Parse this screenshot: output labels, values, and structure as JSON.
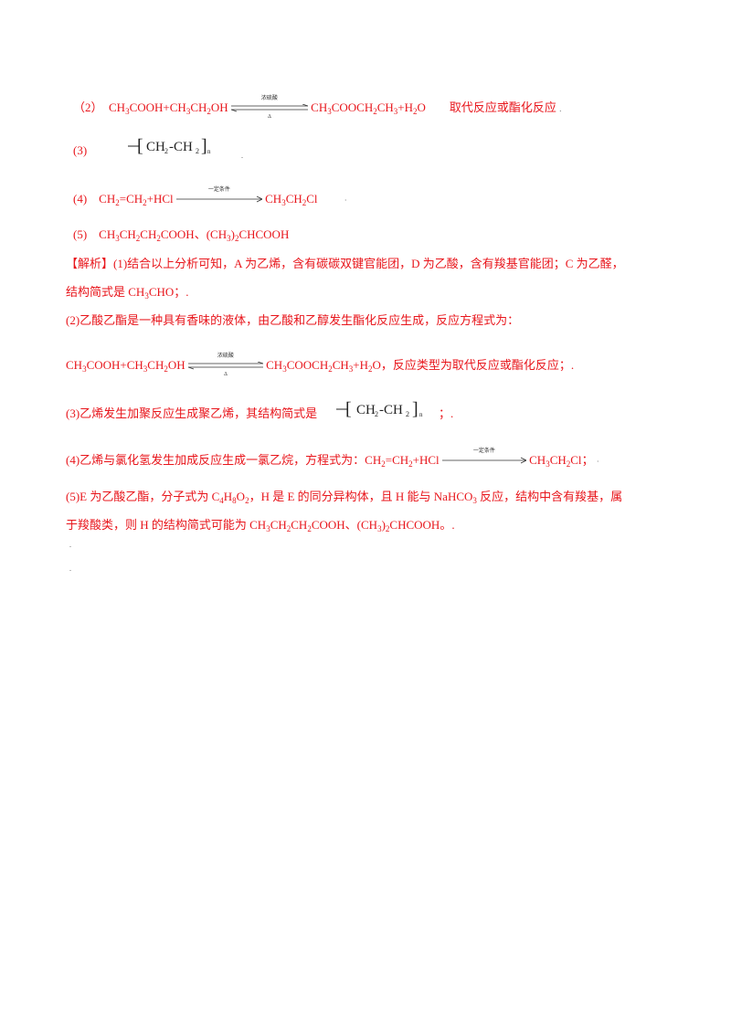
{
  "answers": {
    "q2": {
      "num": "（2）",
      "lhs_pre": "CH",
      "lhs": [
        "CH",
        "3",
        "COOH+CH",
        "3",
        "CH",
        "2",
        "OH"
      ],
      "cond_top": "浓硫酸",
      "cond_bottom": "Δ",
      "rhs": [
        "CH",
        "3",
        "COOCH",
        "2",
        "CH",
        "3",
        "+H",
        "2",
        "O"
      ],
      "type": "取代反应或酯化反应",
      "tail": "."
    },
    "q3": {
      "num": "(3)",
      "poly_text": "CH₂-CH₂",
      "n": "n",
      "tail": "."
    },
    "q4": {
      "num": "(4)",
      "lhs": [
        "CH",
        "2",
        "=CH",
        "2",
        "+HCl"
      ],
      "cond_top": "一定条件",
      "rhs": [
        "CH",
        "3",
        "CH",
        "2",
        "Cl"
      ],
      "tail": "·"
    },
    "q5": {
      "num": "(5)",
      "ans": [
        "CH",
        "3",
        "CH",
        "2",
        "CH",
        "2",
        "COOH、(CH",
        "3",
        ")",
        "2",
        "CHCOOH"
      ]
    }
  },
  "analysis": {
    "label": "【解析】",
    "p1a": "(1)结合以上分析可知，A 为乙烯，含有碳碳双键官能团，D 为乙酸，含有羧基官能团；C 为乙醛，",
    "p1b_pre": "结构简式是 CH",
    "p1b_sub": "3",
    "p1b_post": "CHO；.",
    "p2": "(2)乙酸乙酯是一种具有香味的液体，由乙酸和乙醇发生酯化反应生成，反应方程式为：",
    "p2_eq_tail": "，反应类型为取代反应或酯化反应；.",
    "p3_pre": "(3)乙烯发生加聚反应生成聚乙烯，其结构简式是",
    "p3_tail": "；.",
    "p4_pre": "(4)乙烯与氯化氢发生加成反应生成一氯乙烷，方程式为：",
    "p4_tail": "；",
    "p5a_1": "(5)E 为乙酸乙酯，分子式为 C",
    "p5a_2": "H",
    "p5a_3": "O",
    "p5a_4": "，H 是 E 的同分异构体，且 H 能与 NaHCO",
    "p5a_5": " 反应，结构中含有羧基，属",
    "p5b_pre": "于羧酸类，则 H 的结构简式可能为 ",
    "p5b_tail": "。.",
    "mark1": "·",
    "mark2": "."
  }
}
